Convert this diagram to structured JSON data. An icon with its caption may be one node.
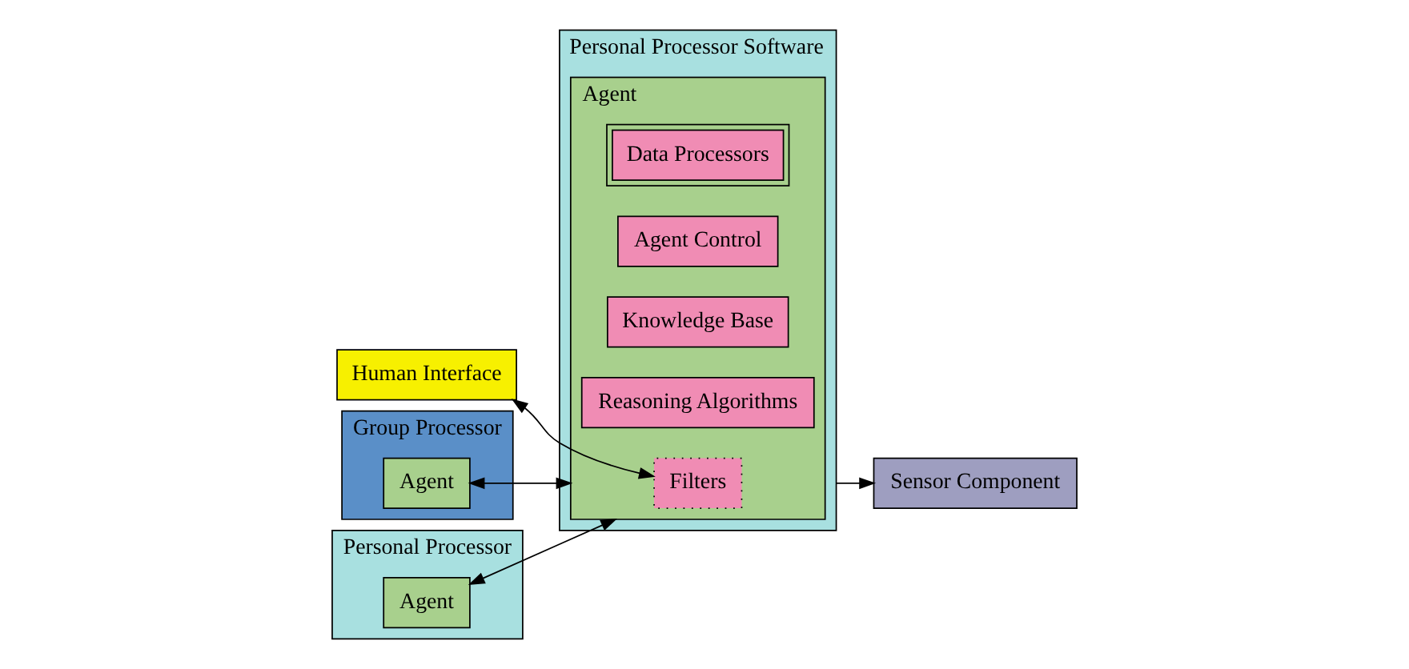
{
  "diagram": {
    "nodes": [
      {
        "text": [
          "Human Interface"
        ]
      },
      {
        "text": [
          "Personal Processor Software"
        ]
      },
      {
        "text": [
          "Agent"
        ],
        "in": 1
      },
      {
        "text": [
          "Data Processors"
        ],
        "in": 2
      },
      {
        "text": [
          "Agent Control"
        ],
        "in": 2
      },
      {
        "text": [
          "Knowledge Base"
        ],
        "in": 2
      },
      {
        "text": [
          "Reasoning Algorithms"
        ],
        "in": 2
      },
      {
        "text": [
          "Filters"
        ],
        "in": 2
      },
      {
        "text": [
          "Sensor Component"
        ]
      },
      {
        "text": [
          "Group Processor"
        ]
      },
      {
        "text": [
          "Agent"
        ],
        "in": 9
      },
      {
        "text": [
          "Personal Processor"
        ]
      },
      {
        "text": [
          "Agent"
        ],
        "in": 11
      }
    ],
    "edges": [
      {
        "from": 0,
        "to": 7,
        "arrow": "both"
      },
      {
        "from": 1,
        "to": 8,
        "arrow": "to"
      },
      {
        "from": 10,
        "to": 2,
        "arrow": "both"
      },
      {
        "from": 12,
        "to": 2,
        "arrow": "both"
      }
    ]
  }
}
